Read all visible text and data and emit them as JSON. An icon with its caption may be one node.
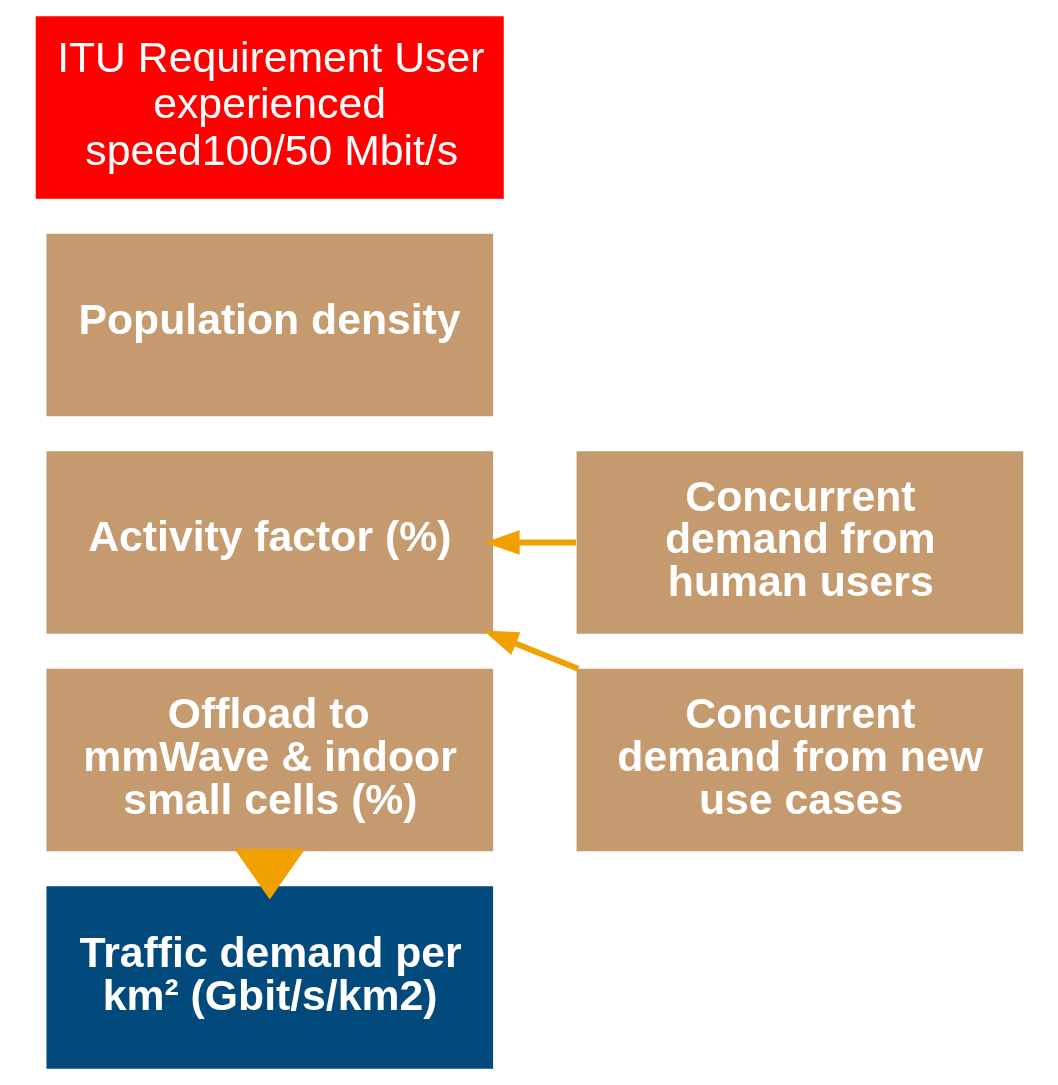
{
  "diagram": {
    "nodes": [
      {
        "text": [
          "ITU Requirement User experienced speed100/50 Mbit/s"
        ]
      },
      {
        "text": [
          "Population density"
        ]
      },
      {
        "text": [
          "Activity factor (%)"
        ]
      },
      {
        "text": [
          "Offload to mmWave & indoor small cells (%)"
        ]
      },
      {
        "text": [
          "Traffic demand per km² (Gbit/s/km2)"
        ]
      },
      {
        "text": [
          "Concurrent demand from human users"
        ]
      },
      {
        "text": [
          "Concurrent demand from new use cases"
        ]
      }
    ],
    "edges": [
      {
        "from": 5,
        "to": 2,
        "arrow": "to"
      },
      {
        "from": 6,
        "to": 2,
        "arrow": "to"
      },
      {
        "from": 3,
        "to": 4,
        "arrow": "to",
        "style": "thick"
      }
    ]
  }
}
